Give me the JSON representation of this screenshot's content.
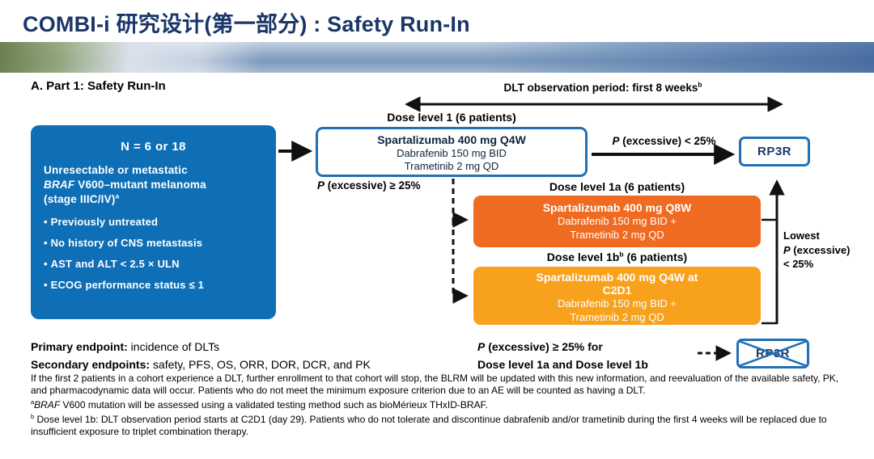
{
  "colors": {
    "title_navy": "#1a3668",
    "patient_box_blue": "#0f6fb6",
    "outline_blue": "#2170b5",
    "dose1a_orange": "#ef6b21",
    "dose1b_yellow": "#f7a11c",
    "arrow_black": "#111111"
  },
  "header": {
    "title": "COMBI-i 研究设计(第一部分) : Safety Run-In"
  },
  "diagram": {
    "section_title": "A. Part 1: Safety Run-In",
    "dlt_period": {
      "text": "DLT observation period: first 8 weeks",
      "sup": "b"
    },
    "patient_box": {
      "n_label": "N = 6 or 18",
      "desc_line1": "Unresectable or metastatic",
      "desc_italic": "BRAF",
      "desc_line2_rest": " V600–mutant melanoma",
      "desc_line3": "(stage IIIC/IV)",
      "desc_sup": "a",
      "bullets": [
        "Previously untreated",
        "No history of CNS metastasis",
        "AST and ALT < 2.5 × ULN",
        "ECOG performance status  ≤ 1"
      ]
    },
    "dose1": {
      "label": "Dose level 1 (6 patients)",
      "line1": "Spartalizumab 400 mg Q4W",
      "line2": "Dabrafenib 150 mg BID",
      "line3": "Trametinib 2 mg QD"
    },
    "p_less_label": {
      "p": "P",
      "rest": " (excessive) < 25%"
    },
    "p_ge_label": {
      "p": "P",
      "rest": " (excessive) ≥ 25%"
    },
    "rp3r_top": "RP3R",
    "dose1a": {
      "label": "Dose level 1a (6 patients)",
      "line1": "Spartalizumab 400 mg Q8W",
      "line2": "Dabrafenib 150 mg BID +",
      "line3": "Trametinib 2 mg QD"
    },
    "dose1b": {
      "label_pre": "Dose level 1b",
      "label_sup": "b",
      "label_post": " (6 patients)",
      "line1": "Spartalizumab 400 mg Q4W at",
      "line2": "C2D1",
      "line3": "Dabrafenib 150 mg BID +",
      "line4": "Trametinib 2 mg QD"
    },
    "lowest": {
      "line1": "Lowest",
      "p": "P",
      "rest": " (excessive)",
      "line3": "< 25%"
    },
    "rp3r_bottom": "RP3R"
  },
  "endpoints": {
    "primary_label": "Primary endpoint:",
    "primary_text": " incidence of DLTs",
    "secondary_label": "Secondary endpoints:",
    "secondary_text": " safety, PFS, OS, ORR, DOR, DCR, and PK",
    "p_ge_for": {
      "p": "P",
      "rest": " (excessive) ≥ 25% for"
    },
    "dose_levels_line": "Dose level 1a and Dose level 1b"
  },
  "footnotes": {
    "general": "If the first 2 patients in a cohort experience a DLT, further enrollment to that cohort will stop, the BLRM will be updated with this new information, and reevaluation of the available safety, PK, and pharmacodynamic data will occur. Patients who do not meet the minimum exposure criterion due to an AE will be counted as having a DLT.",
    "a_sup": "a",
    "a_italic": "BRAF",
    "a_text": " V600 mutation will be assessed using a validated testing method such as bioMérieux THxID-BRAF.",
    "b_sup": "b",
    "b_text": " Dose level 1b: DLT observation period starts at C2D1 (day 29). Patients who do not tolerate and discontinue dabrafenib and/or trametinib during the first 4 weeks will be replaced due to insufficient exposure to triplet combination therapy."
  }
}
